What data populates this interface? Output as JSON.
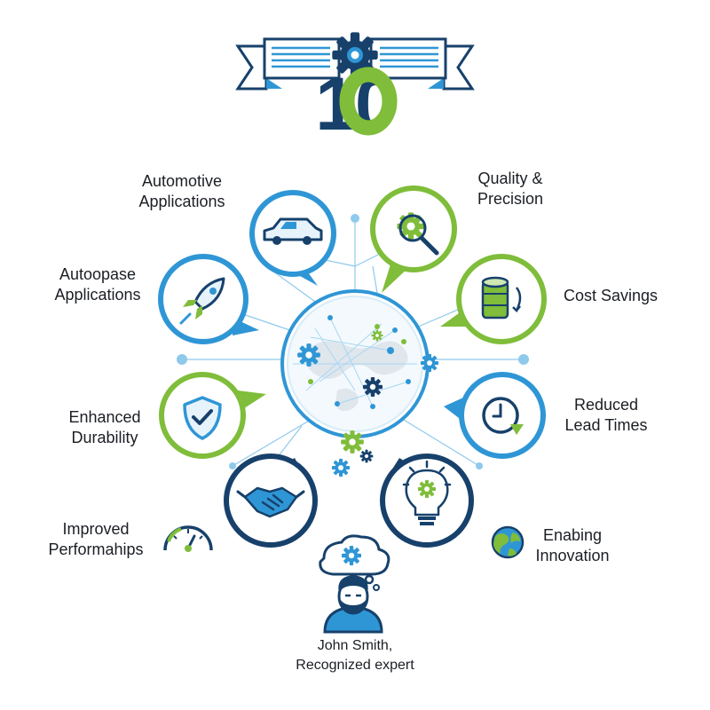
{
  "header": {
    "number": "10",
    "colors": {
      "navy": "#17416b",
      "blue": "#2f96d6",
      "green": "#7fbd3a"
    }
  },
  "benefits": [
    {
      "id": "automotive",
      "label": "Automotive\nApplications",
      "icon": "car-icon",
      "ring": "blue"
    },
    {
      "id": "quality",
      "label": "Quality &\nPrecision",
      "icon": "gear-magnifier-icon",
      "ring": "green"
    },
    {
      "id": "aerospace",
      "label": "Autoopase\nApplications",
      "icon": "rocket-icon",
      "ring": "blue"
    },
    {
      "id": "cost",
      "label": "Cost Savings",
      "icon": "database-icon",
      "ring": "green"
    },
    {
      "id": "durability",
      "label": "Enhanced\nDurability",
      "icon": "shield-check-icon",
      "ring": "green"
    },
    {
      "id": "lead",
      "label": "Reduced\nLead Times",
      "icon": "clock-icon",
      "ring": "blue"
    },
    {
      "id": "collab",
      "label": "",
      "icon": "handshake-icon",
      "ring": "navy"
    },
    {
      "id": "innovation-bulb",
      "label": "",
      "icon": "lightbulb-gear-icon",
      "ring": "navy"
    },
    {
      "id": "performance",
      "label": "Improved\nPerformahips",
      "icon": "gauge-icon",
      "ring": "none"
    },
    {
      "id": "innovation",
      "label": "Enabing\nInnovation",
      "icon": "globe-icon",
      "ring": "none"
    }
  ],
  "expert": {
    "icon": "expert-avatar-icon",
    "caption": "John Smith,\nRecognized expert"
  }
}
